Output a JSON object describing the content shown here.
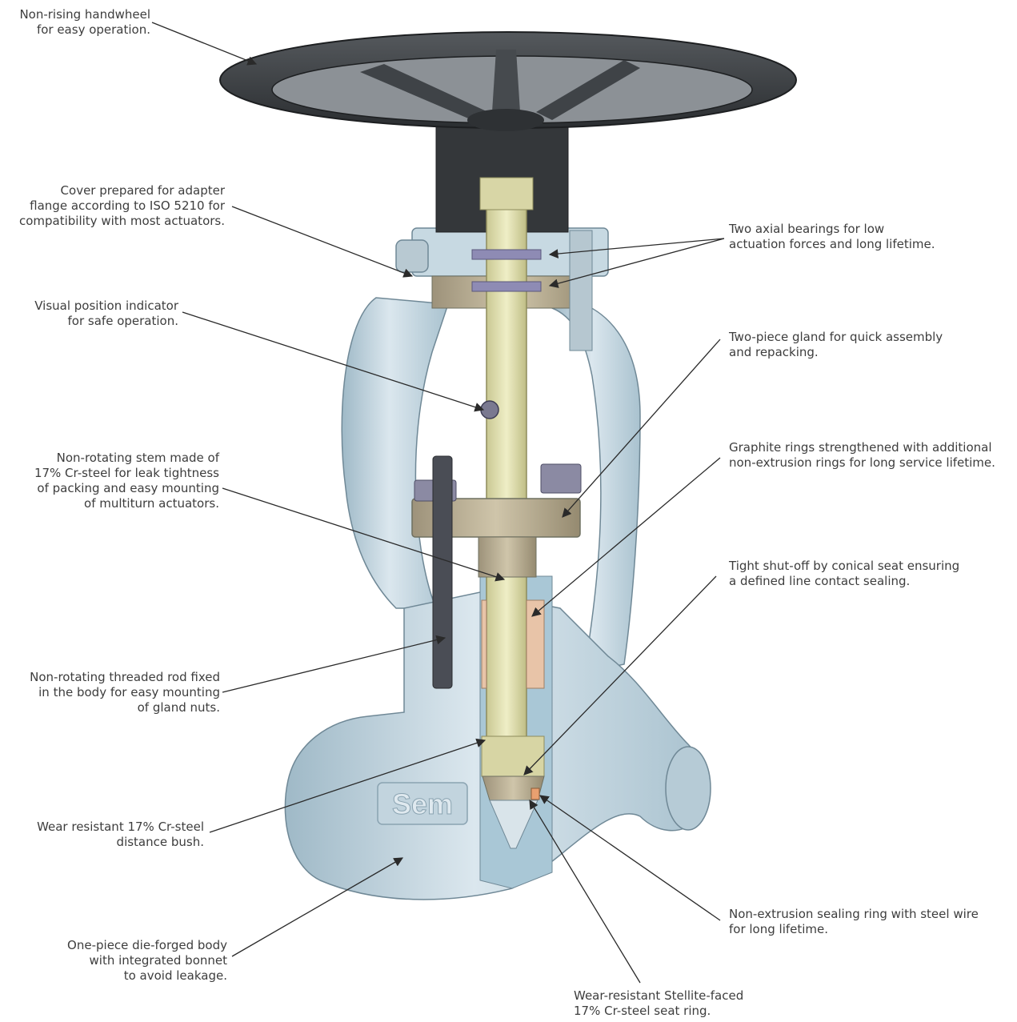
{
  "callouts": {
    "handwheel": [
      "Non-rising handwheel",
      "for easy operation."
    ],
    "cover": [
      "Cover prepared for adapter",
      "flange according to ISO 5210 for",
      "compatibility with most actuators."
    ],
    "indicator": [
      "Visual position indicator",
      "for safe operation."
    ],
    "stem": [
      "Non-rotating stem made of",
      "17% Cr-steel for leak tightness",
      "of packing and easy mounting",
      "of multiturn actuators."
    ],
    "rod": [
      "Non-rotating threaded rod fixed",
      "in the body for easy mounting",
      "of gland nuts."
    ],
    "bush": [
      "Wear resistant 17% Cr-steel",
      "distance bush."
    ],
    "body": [
      "One-piece die-forged body",
      "with integrated bonnet",
      "to avoid leakage."
    ],
    "bearings": [
      "Two axial bearings for low",
      "actuation forces and long lifetime."
    ],
    "gland": [
      "Two-piece gland for quick assembly",
      "and repacking."
    ],
    "graphite": [
      "Graphite rings strengthened with additional",
      "non-extrusion rings for long service lifetime."
    ],
    "seat": [
      "Tight shut-off by conical seat ensuring",
      "a defined line contact sealing."
    ],
    "nonextrusion": [
      "Non-extrusion sealing ring with steel wire",
      "for long lifetime."
    ],
    "seatring": [
      "Wear-resistant Stellite-faced",
      "17% Cr-steel seat ring."
    ]
  },
  "body_logo": "Sem",
  "colors": {
    "handwheel": "#3a3d40",
    "body_steel": "#c9d9e2",
    "body_section": "#a9c7d6",
    "bonnet_bronze": "#b8ad92",
    "stem": "#e4e3b4",
    "packing": "#e8c4a8",
    "leader": "#2a2a2a"
  }
}
